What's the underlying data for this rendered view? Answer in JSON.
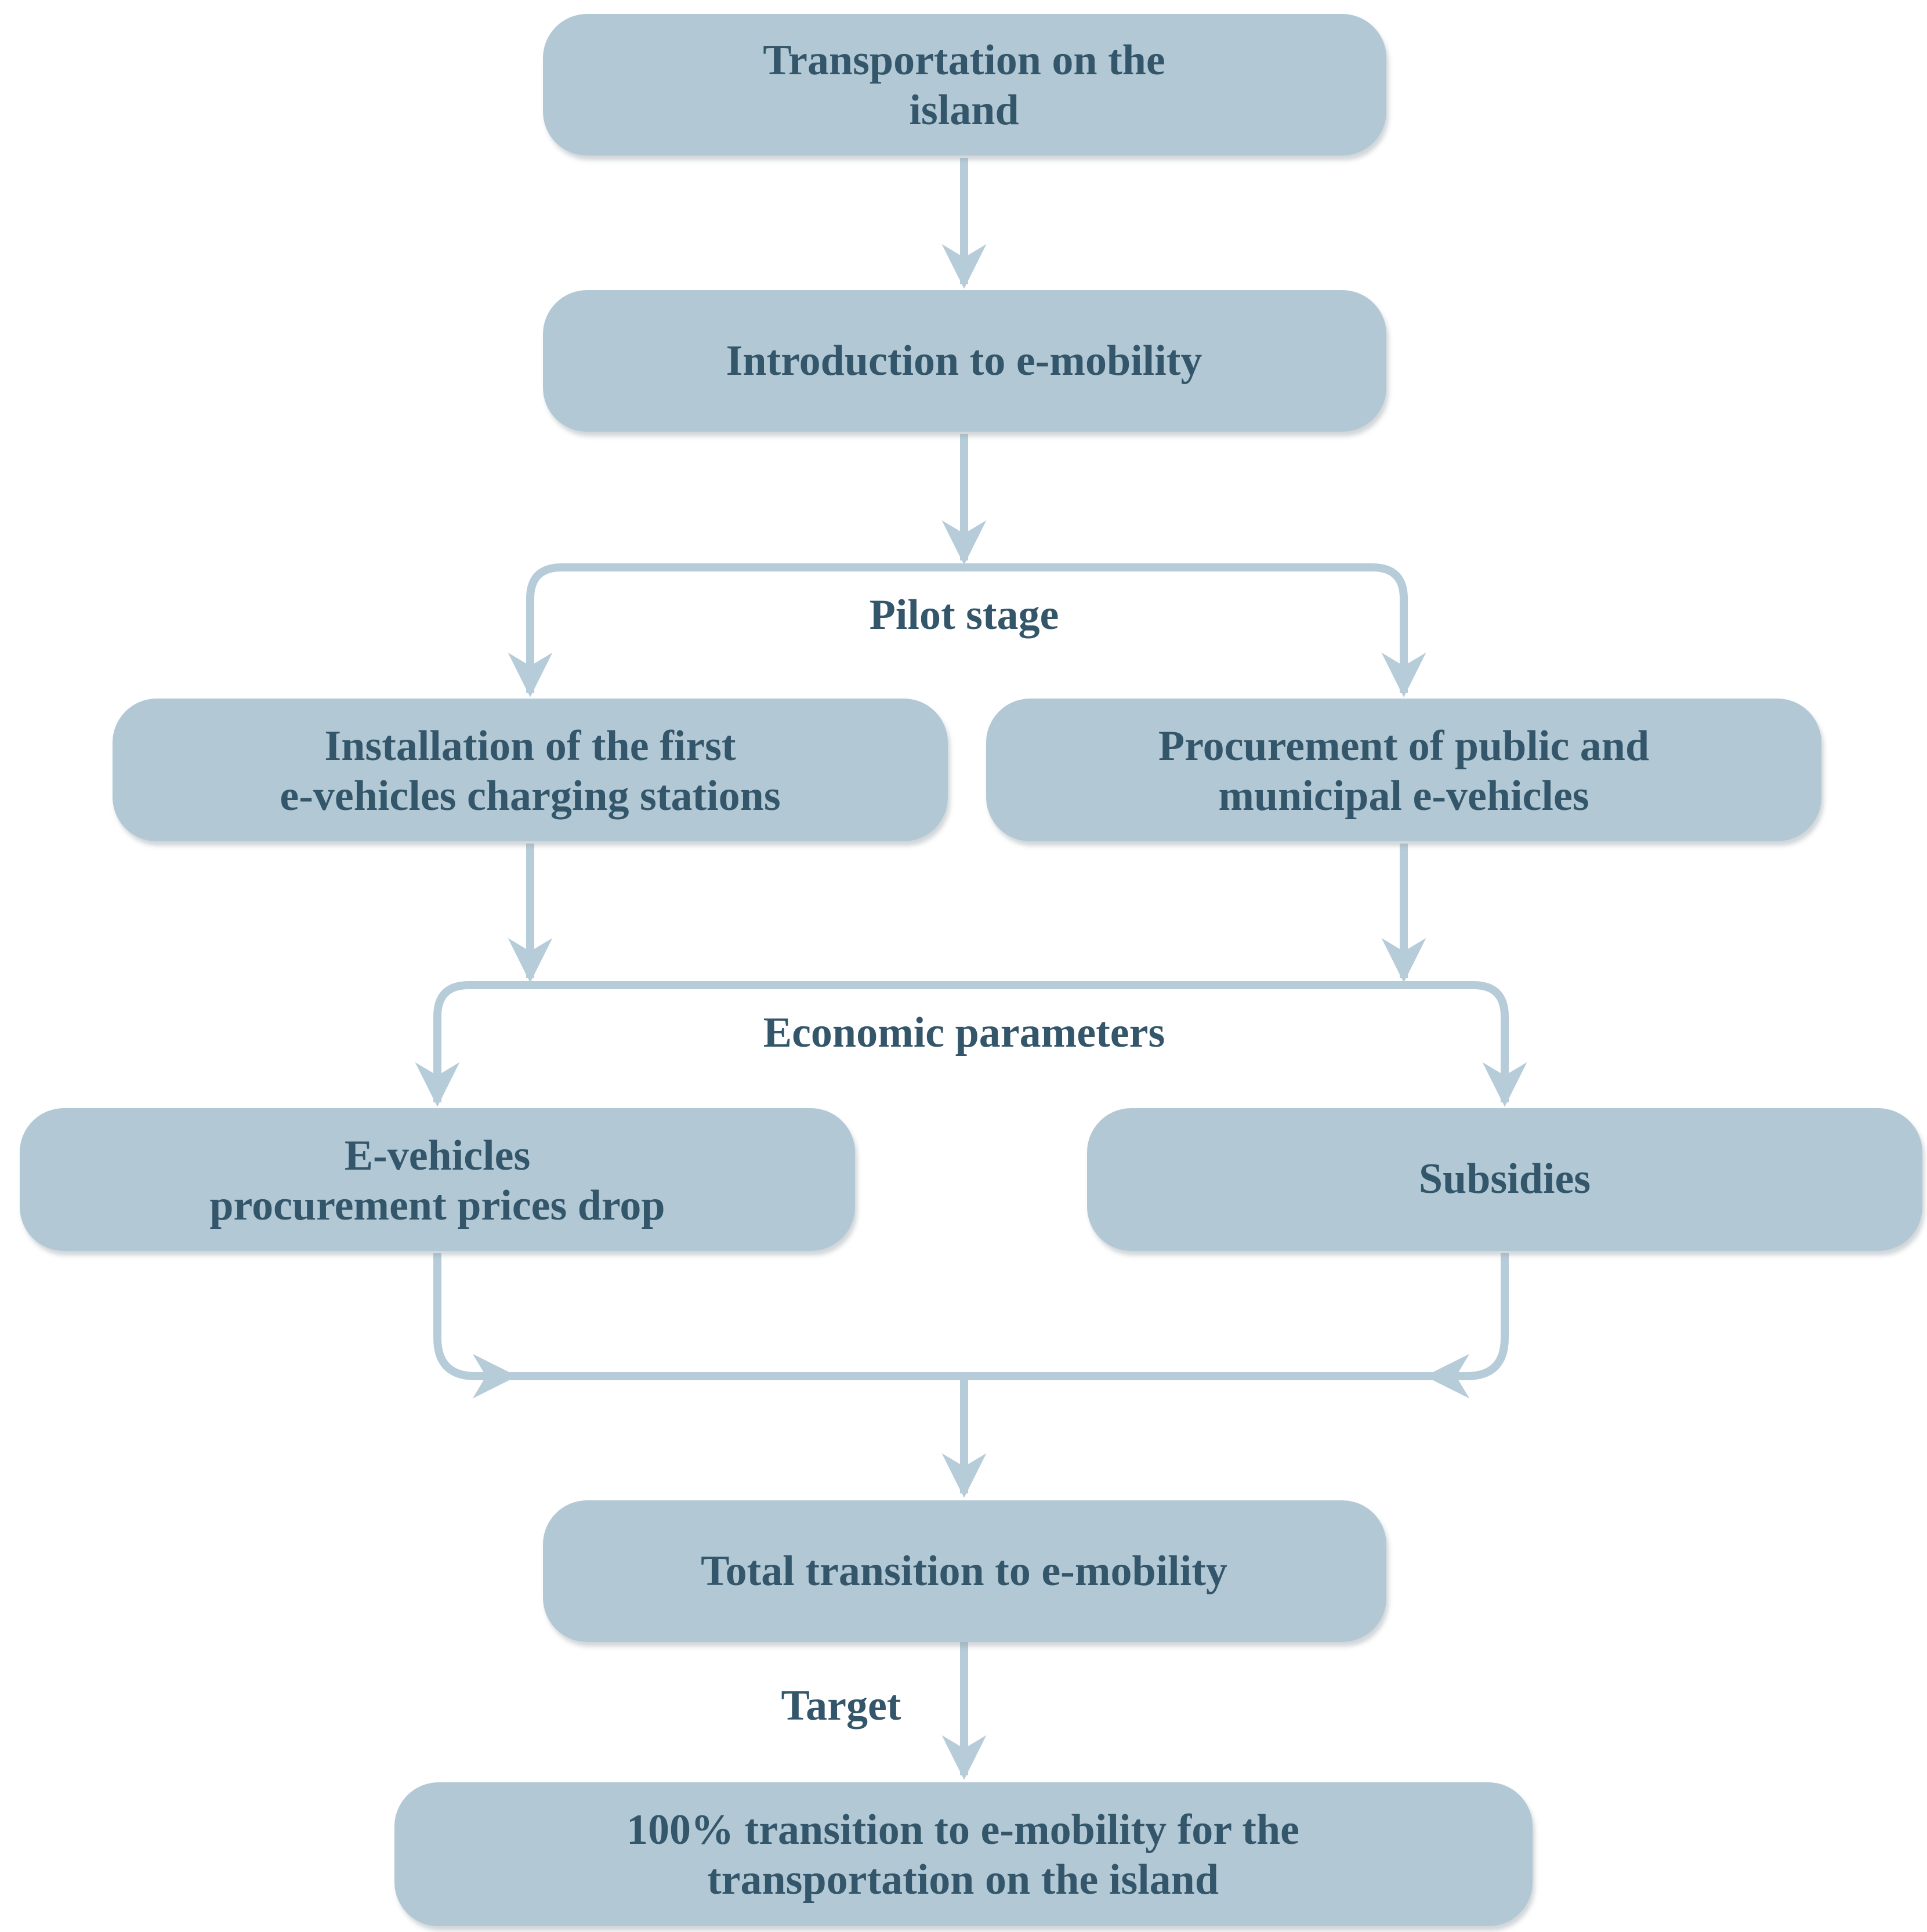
{
  "diagram": {
    "nodes": {
      "transportation": {
        "line1": "Transportation on the",
        "line2": "island"
      },
      "introduction": {
        "line1": "Introduction to e-mobility"
      },
      "installation": {
        "line1": "Installation of the first",
        "line2": "e-vehicles charging stations"
      },
      "procurement": {
        "line1": "Procurement of public and",
        "line2": "municipal e-vehicles"
      },
      "prices_drop": {
        "line1": "E-vehicles",
        "line2": "procurement prices drop"
      },
      "subsidies": {
        "line1": "Subsidies"
      },
      "total_transition": {
        "line1": "Total transition to e-mobility"
      },
      "goal": {
        "line1": "100% transition to e-mobility for the",
        "line2": "transportation on the island"
      }
    },
    "labels": {
      "pilot_stage": "Pilot stage",
      "economic_parameters": "Economic parameters",
      "target": "Target"
    },
    "colors": {
      "node_fill": "#b2c8d5",
      "arrow": "#b6ccd9",
      "text": "#34566a",
      "background": "#ffffff"
    }
  }
}
